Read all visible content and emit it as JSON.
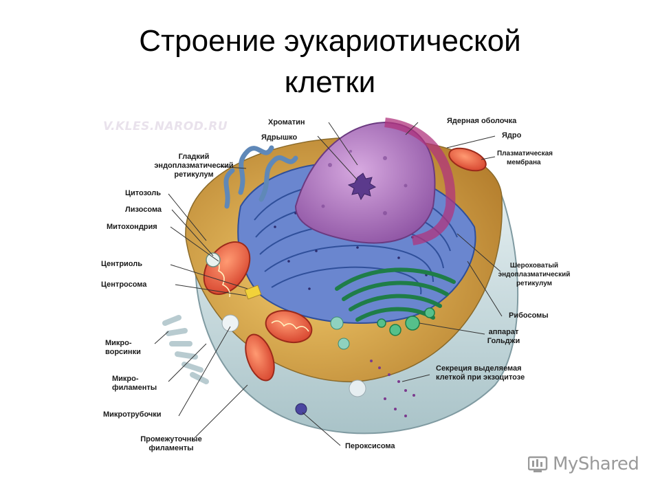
{
  "title": {
    "line1": "Строение эукариотической",
    "line2": "клетки"
  },
  "watermark": "V.KLES.NAROD.RU",
  "labels": {
    "chromatin": "Хроматин",
    "nuclear_envelope": "Ядерная оболочка",
    "nucleolus": "Ядрышко",
    "nucleus": "Ядро",
    "plasma_membrane": [
      "Плазматическая",
      "мембрана"
    ],
    "smooth_er": [
      "Гладкий",
      "эндоплазматический",
      "ретикулум"
    ],
    "cytosol": "Цитозоль",
    "lysosome": "Лизосома",
    "mitochondrion": "Митохондрия",
    "centriole": "Центриоль",
    "centrosome": "Центросома",
    "rough_er": [
      "Шероховатый",
      "эндоплазматический",
      "ретикулум"
    ],
    "ribosomes": "Рибосомы",
    "golgi": [
      "аппарат",
      "Гольджи"
    ],
    "microvilli": [
      "Микро-",
      "ворсинки"
    ],
    "microfilaments": [
      "Микро-",
      "филаменты"
    ],
    "secretion": [
      "Секреция выделяемая",
      "клеткой при экзоцитозе"
    ],
    "microtubules": "Микротрубочки",
    "intermediate_filaments": [
      "Промежуточные",
      "филаменты"
    ],
    "peroxisome": "Пероксисома"
  },
  "logo": {
    "name": "MyShared",
    "icon": "myshared-logo-icon"
  },
  "colors": {
    "membrane": "#c6d9dc",
    "cytoplasm": "#cf9e45",
    "er": "#5a78c4",
    "nucleus": "#9b5fae",
    "mitochondria": "#e0503a",
    "golgi": "#2f9a5e"
  }
}
